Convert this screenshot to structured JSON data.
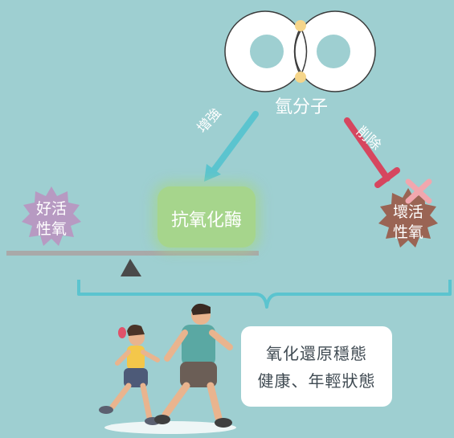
{
  "molecule": {
    "label": "氫分子"
  },
  "arrows": {
    "enhance_label": "增強",
    "remove_label": "削除"
  },
  "antioxidant": {
    "label": "抗氧化酶"
  },
  "good_oxygen": {
    "line1": "好活",
    "line2": "性氧"
  },
  "bad_oxygen": {
    "line1": "壞活",
    "line2": "性氧"
  },
  "result": {
    "line1": "氧化還原穩態",
    "line2": "健康、年輕狀態"
  },
  "colors": {
    "background": "#9ecfd1",
    "enhance_arrow": "#5bc4cf",
    "remove_arrow": "#d6465f",
    "good_badge": "#b79ac2",
    "bad_badge": "#9a6454",
    "antioxidant_glow": "#a6d58c",
    "cross": "#f1a7ae"
  }
}
